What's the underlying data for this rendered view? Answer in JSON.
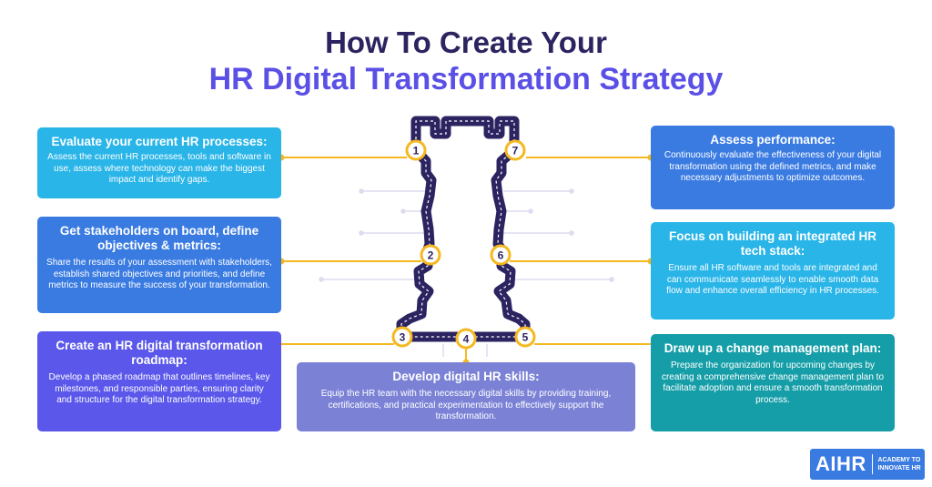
{
  "title_line1": "How To Create Your",
  "title_line2": "HR Digital Transformation Strategy",
  "colors": {
    "title_dark": "#2b2460",
    "title_accent": "#5b50e6",
    "connector": "#f5b820",
    "road": "#2b2460",
    "card_cyan": "#29b5e8",
    "card_blue": "#3a7be2",
    "card_violet": "#5a57ea",
    "card_lavender": "#7b82d6",
    "card_teal": "#169ea8"
  },
  "steps": [
    {
      "number": "1",
      "heading": "Evaluate your current HR processes:",
      "body": "Assess the current HR processes, tools and software in use, assess where technology can make the biggest impact and identify gaps."
    },
    {
      "number": "2",
      "heading": "Get stakeholders on board, define objectives & metrics:",
      "body": "Share the results of your assessment with stakeholders, establish shared objectives and priorities, and define metrics to measure the success of your transformation."
    },
    {
      "number": "3",
      "heading": "Create an HR digital transformation roadmap:",
      "body": "Develop a phased roadmap that outlines timelines, key milestones, and responsible parties, ensuring clarity and structure for the digital transformation strategy."
    },
    {
      "number": "4",
      "heading": "Develop digital HR skills:",
      "body": "Equip the HR team with the necessary digital skills by providing training, certifications, and practical experimentation to effectively support the transformation."
    },
    {
      "number": "5",
      "heading": "Draw up a change management plan:",
      "body": "Prepare the organization for upcoming changes by creating a comprehensive change management plan to facilitate adoption and ensure a smooth transformation process."
    },
    {
      "number": "6",
      "heading": "Focus on building an integrated HR tech stack:",
      "body": "Ensure all HR software and tools are integrated and can communicate seamlessly to enable smooth data flow and enhance overall efficiency in HR processes."
    },
    {
      "number": "7",
      "heading": "Assess performance:",
      "body": "Continuously evaluate the effectiveness of your digital transformation using the defined metrics, and make necessary adjustments to optimize outcomes."
    }
  ],
  "logo": {
    "mark": "AIHR",
    "tagline_line1": "ACADEMY TO",
    "tagline_line2": "INNOVATE HR"
  }
}
